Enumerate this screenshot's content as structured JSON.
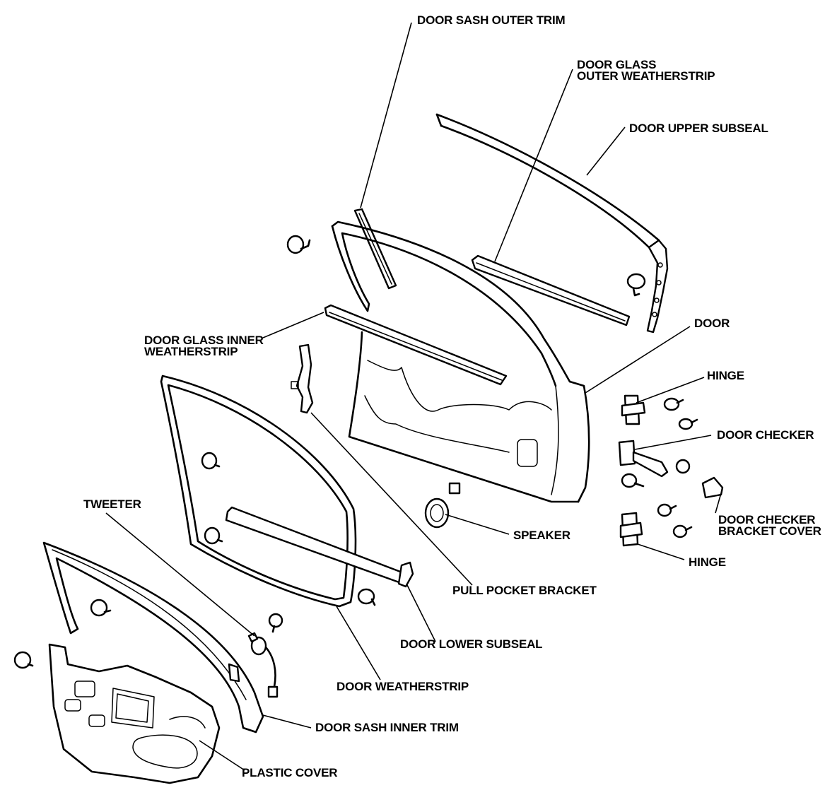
{
  "labels": {
    "door_sash_outer_trim": "DOOR SASH OUTER TRIM",
    "door_glass_outer_weatherstrip_1": "DOOR GLASS",
    "door_glass_outer_weatherstrip_2": "OUTER WEATHERSTRIP",
    "door_upper_subseal": "DOOR UPPER SUBSEAL",
    "door_glass_inner_weatherstrip_1": "DOOR GLASS INNER",
    "door_glass_inner_weatherstrip_2": "WEATHERSTRIP",
    "door": "DOOR",
    "hinge_upper": "HINGE",
    "door_checker": "DOOR CHECKER",
    "door_checker_bracket_cover_1": "DOOR CHECKER",
    "door_checker_bracket_cover_2": "BRACKET COVER",
    "hinge_lower": "HINGE",
    "speaker": "SPEAKER",
    "tweeter": "TWEETER",
    "pull_pocket_bracket": "PULL POCKET BRACKET",
    "door_lower_subseal": "DOOR LOWER SUBSEAL",
    "door_weatherstrip": "DOOR WEATHERSTRIP",
    "door_sash_inner_trim": "DOOR SASH INNER TRIM",
    "plastic_cover": "PLASTIC COVER"
  }
}
